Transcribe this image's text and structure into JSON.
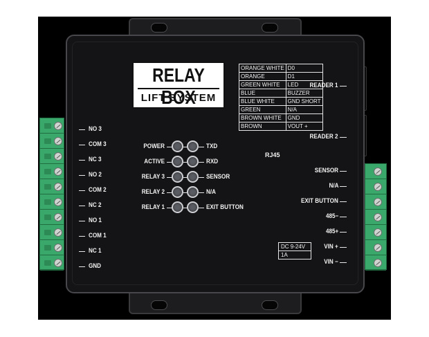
{
  "logo": {
    "title": "RELAY BOX",
    "subtitle": "LIFT SYSTEM"
  },
  "left_terminals": [
    "NO 3",
    "COM 3",
    "NC 3",
    "NO 2",
    "COM 2",
    "NC 2",
    "NO 1",
    "COM 1",
    "NC 1",
    "GND"
  ],
  "leds": {
    "left": [
      "POWER",
      "ACTIVE",
      "RELAY 3",
      "RELAY 2",
      "RELAY 1"
    ],
    "right": [
      "TXD",
      "RXD",
      "SENSOR",
      "N/A",
      "EXIT BUTTON"
    ]
  },
  "rj45": {
    "caption": "RJ45",
    "rows": [
      [
        "ORANGE WHITE",
        "D0"
      ],
      [
        "ORANGE",
        "D1"
      ],
      [
        "GREEN WHITE",
        "LED"
      ],
      [
        "BLUE",
        "BUZZER"
      ],
      [
        "BLUE WHITE",
        "GND SHORT"
      ],
      [
        "GREEN",
        "N/A"
      ],
      [
        "BROWN WHITE",
        "GND"
      ],
      [
        "BROWN",
        "VOUT +"
      ]
    ]
  },
  "readers": [
    "READER 1",
    "READER 2"
  ],
  "right_terminals": [
    "SENSOR",
    "N/A",
    "EXIT BUTTON",
    "485−",
    "485+",
    "VIN +",
    "VIN −"
  ],
  "power_rating": {
    "voltage": "DC  9-24V",
    "current": "1A"
  },
  "colors": {
    "terminal_green": "#39a86a",
    "enclosure": "#141416",
    "label_text": "#f2f2f2"
  }
}
